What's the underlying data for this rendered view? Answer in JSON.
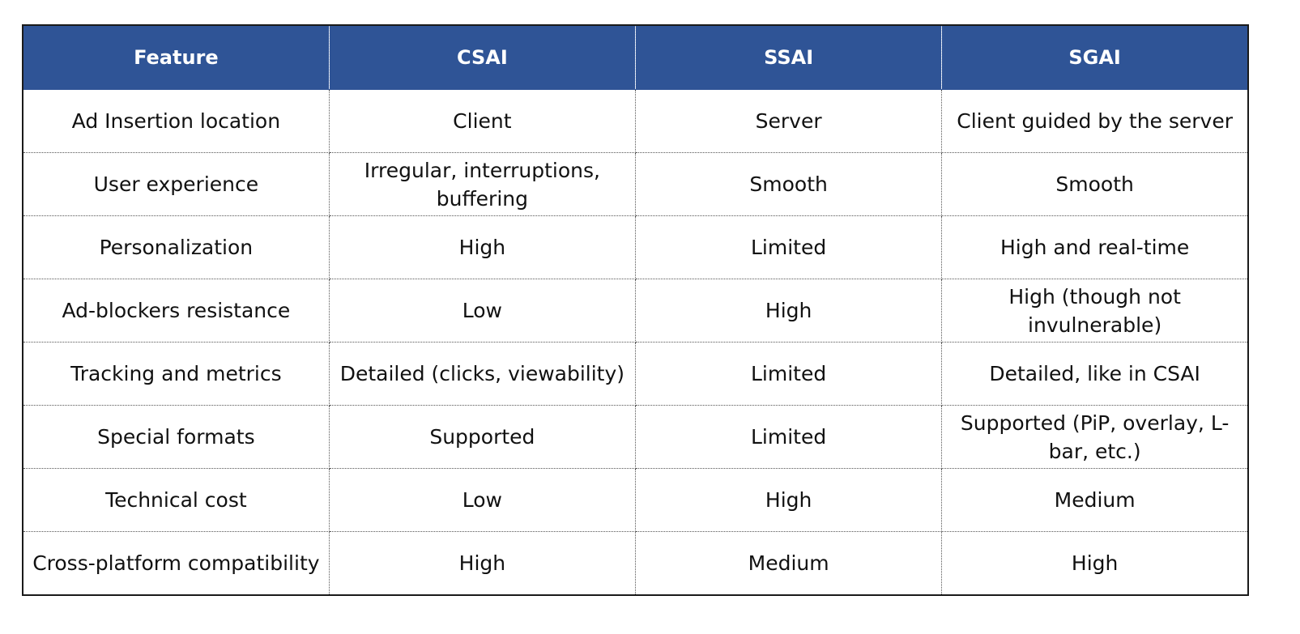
{
  "table": {
    "header_color": "#2f5496",
    "headers": [
      "Feature",
      "CSAI",
      "SSAI",
      "SGAI"
    ],
    "rows": [
      [
        "Ad Insertion location",
        "Client",
        "Server",
        "Client guided by the server"
      ],
      [
        "User experience",
        "Irregular, interruptions, buffering",
        "Smooth",
        "Smooth"
      ],
      [
        "Personalization",
        "High",
        "Limited",
        "High and real-time"
      ],
      [
        "Ad-blockers resistance",
        "Low",
        "High",
        "High (though not invulnerable)"
      ],
      [
        "Tracking and metrics",
        "Detailed (clicks, viewability)",
        "Limited",
        "Detailed, like in CSAI"
      ],
      [
        "Special formats",
        "Supported",
        "Limited",
        "Supported (PiP, overlay, L-bar, etc.)"
      ],
      [
        "Technical cost",
        "Low",
        "High",
        "Medium"
      ],
      [
        "Cross-platform compatibility",
        "High",
        "Medium",
        "High"
      ]
    ]
  }
}
